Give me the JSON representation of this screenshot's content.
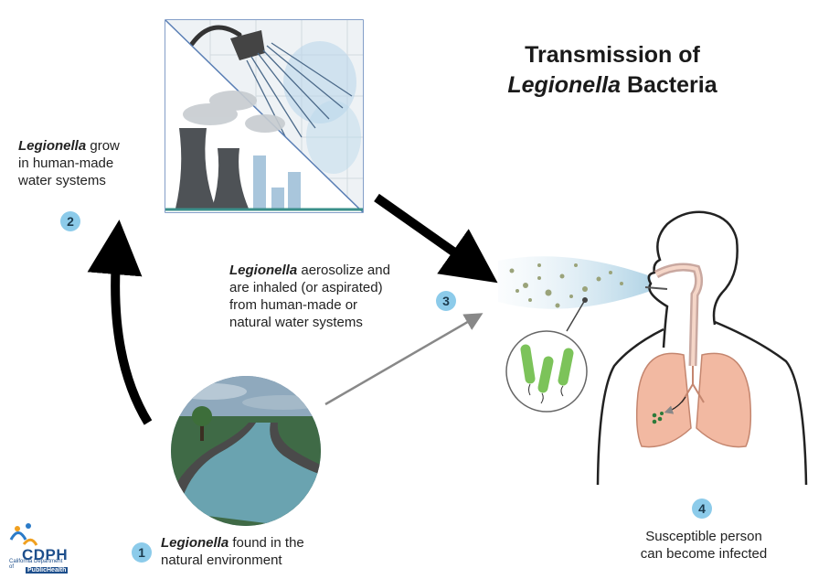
{
  "title": {
    "line1": "Transmission of",
    "line2_italic": "Legionella",
    "line2_rest": " Bacteria"
  },
  "steps": [
    {
      "number": "1",
      "italic": "Legionella",
      "rest": " found in the",
      "line2": "natural environment"
    },
    {
      "number": "2",
      "italic": "Legionella",
      "rest": " grow",
      "line2": "in human-made",
      "line3": "water systems"
    },
    {
      "number": "3",
      "italic": "Legionella",
      "rest": " aerosolize and",
      "line2": "are inhaled (or aspirated)",
      "line3": "from human-made or",
      "line4": "natural water systems"
    },
    {
      "number": "4",
      "line1": "Susceptible person",
      "line2": "can become infected"
    }
  ],
  "logo": {
    "name": "CDPH",
    "sub": "California Department of",
    "sub2": "PublicHealth"
  },
  "colors": {
    "arrow_black": "#000000",
    "arrow_gray": "#888888",
    "badge": "#8ccbea",
    "lung": "#f2b9a2",
    "bacteria": "#7cc35a",
    "water": "#6aa3b0",
    "tile_bg": "#e9eef2"
  },
  "icons": [
    "shower-icon",
    "cooling-tower-icon",
    "building-icon",
    "river-icon",
    "tree-icon",
    "bacteria-icon",
    "aerosol-icon",
    "person-icon",
    "lungs-icon"
  ]
}
